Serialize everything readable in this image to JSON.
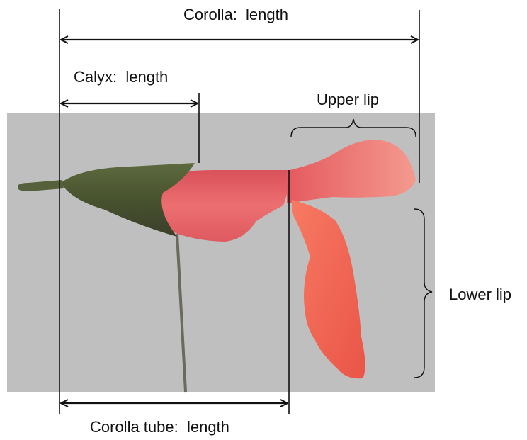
{
  "labels": {
    "corolla_length": "Corolla:  length",
    "calyx_length": "Calyx:  length",
    "upper_lip": "Upper lip",
    "lower_lip": "Lower lip",
    "corolla_tube_length": "Corolla tube:  length"
  },
  "colors": {
    "photo_background": "#bfbfbf",
    "calyx": "#4d5a35",
    "corolla": "#e86a66",
    "lower_lip": "#ee6253",
    "stem": "#6b6a5c",
    "annotation_lines": "#111111"
  }
}
